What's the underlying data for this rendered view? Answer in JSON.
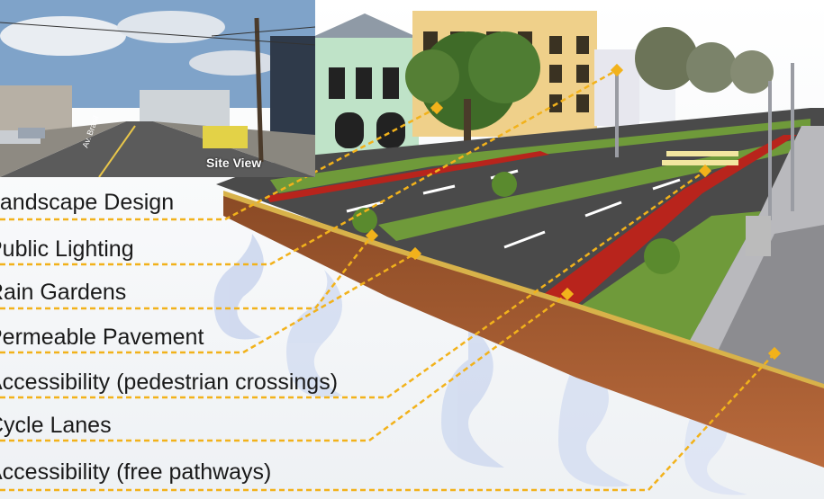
{
  "site_view_label": "Site View",
  "street_sign_text": "Av. Brasil",
  "labels": [
    "Landscape Design",
    "Public Lighting",
    "Rain Gardens",
    "Permeable Pavement",
    "Accessibility (pedestrian crossings)",
    "Cycle Lanes",
    "Accessibility (free pathways)"
  ],
  "colors": {
    "leader_line": "#f2b21b",
    "bike_lane": "#b8241c",
    "asphalt": "#4a4a4a",
    "grass": "#6f9a3a",
    "soil": "#8a4a25"
  }
}
